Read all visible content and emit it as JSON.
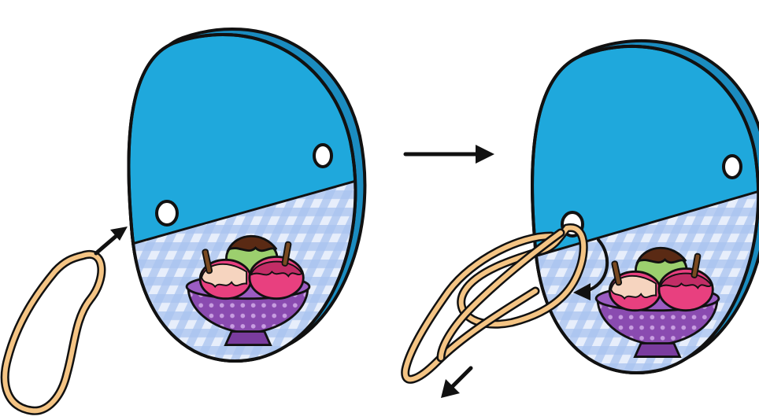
{
  "figure": {
    "description_free": true,
    "steps": [
      {
        "id": "step-1",
        "action": "insert-rubber-band-into-hole"
      },
      {
        "id": "step-2",
        "action": "loop-rubber-band-through-itself"
      }
    ]
  },
  "colors": {
    "board": "#1fa8dc",
    "board_edge": "#1b8cc0",
    "outline": "#111111",
    "band": "#f4c484",
    "tablecloth_light": "#dce7f7",
    "tablecloth_dark": "#8fb0e6",
    "bowl": "#8a4bb0",
    "bowl_dot": "#c79de0",
    "pink_scoop": "#e8407f",
    "cream_scoop": "#f6d4bf",
    "green_scoop": "#9ccf6e",
    "chocolate": "#5a2a14",
    "arrow": "#111111"
  },
  "icons": [
    "arrow-icon",
    "rubber-band-icon",
    "ice-cream-icon"
  ]
}
